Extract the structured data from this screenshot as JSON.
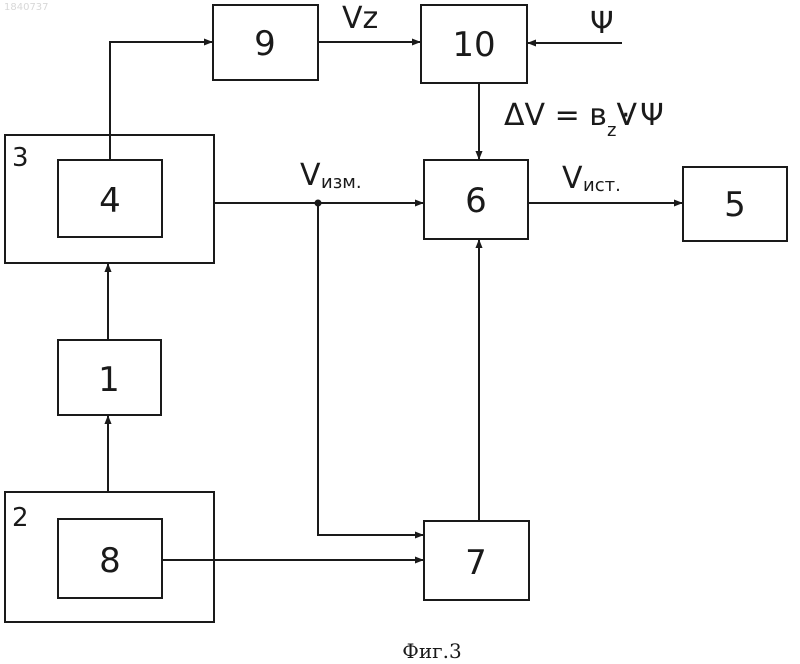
{
  "watermark": "1840737",
  "blocks": {
    "b1": "1",
    "b2": "2",
    "b3": "3",
    "b4": "4",
    "b5": "5",
    "b6": "6",
    "b7": "7",
    "b8": "8",
    "b9": "9",
    "b10": "10"
  },
  "signals": {
    "vz": "Vz",
    "psi": "Ψ",
    "delta_v": "ΔV = в V",
    "delta_v_sub": "z",
    "delta_v_tail": "· Ψ",
    "v_izm_main": "V",
    "v_izm_sub": "изм.",
    "v_ist_main": "V",
    "v_ist_sub": "ист."
  },
  "caption": "Фиг.3"
}
